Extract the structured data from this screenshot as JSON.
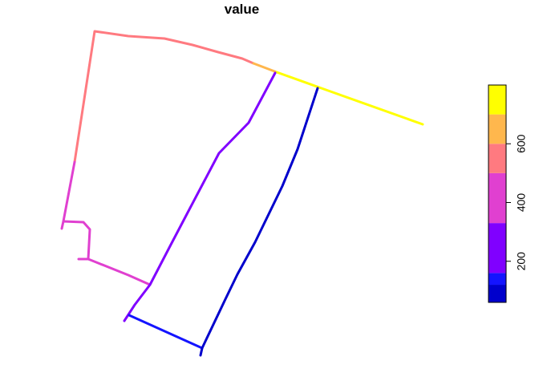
{
  "title": "value",
  "legend": {
    "type": "continuous-colorbar",
    "placement": "right",
    "ticks": [
      200,
      400,
      600
    ],
    "bands": [
      {
        "from": 60,
        "to": 120,
        "color": "#0000CC"
      },
      {
        "from": 120,
        "to": 160,
        "color": "#1414FF"
      },
      {
        "from": 160,
        "to": 330,
        "color": "#8000FF"
      },
      {
        "from": 330,
        "to": 500,
        "color": "#E040D0"
      },
      {
        "from": 500,
        "to": 600,
        "color": "#FF7A80"
      },
      {
        "from": 600,
        "to": 700,
        "color": "#FFB74D"
      },
      {
        "from": 700,
        "to": 800,
        "color": "#FFFF00"
      }
    ],
    "range": [
      60,
      800
    ]
  }
}
